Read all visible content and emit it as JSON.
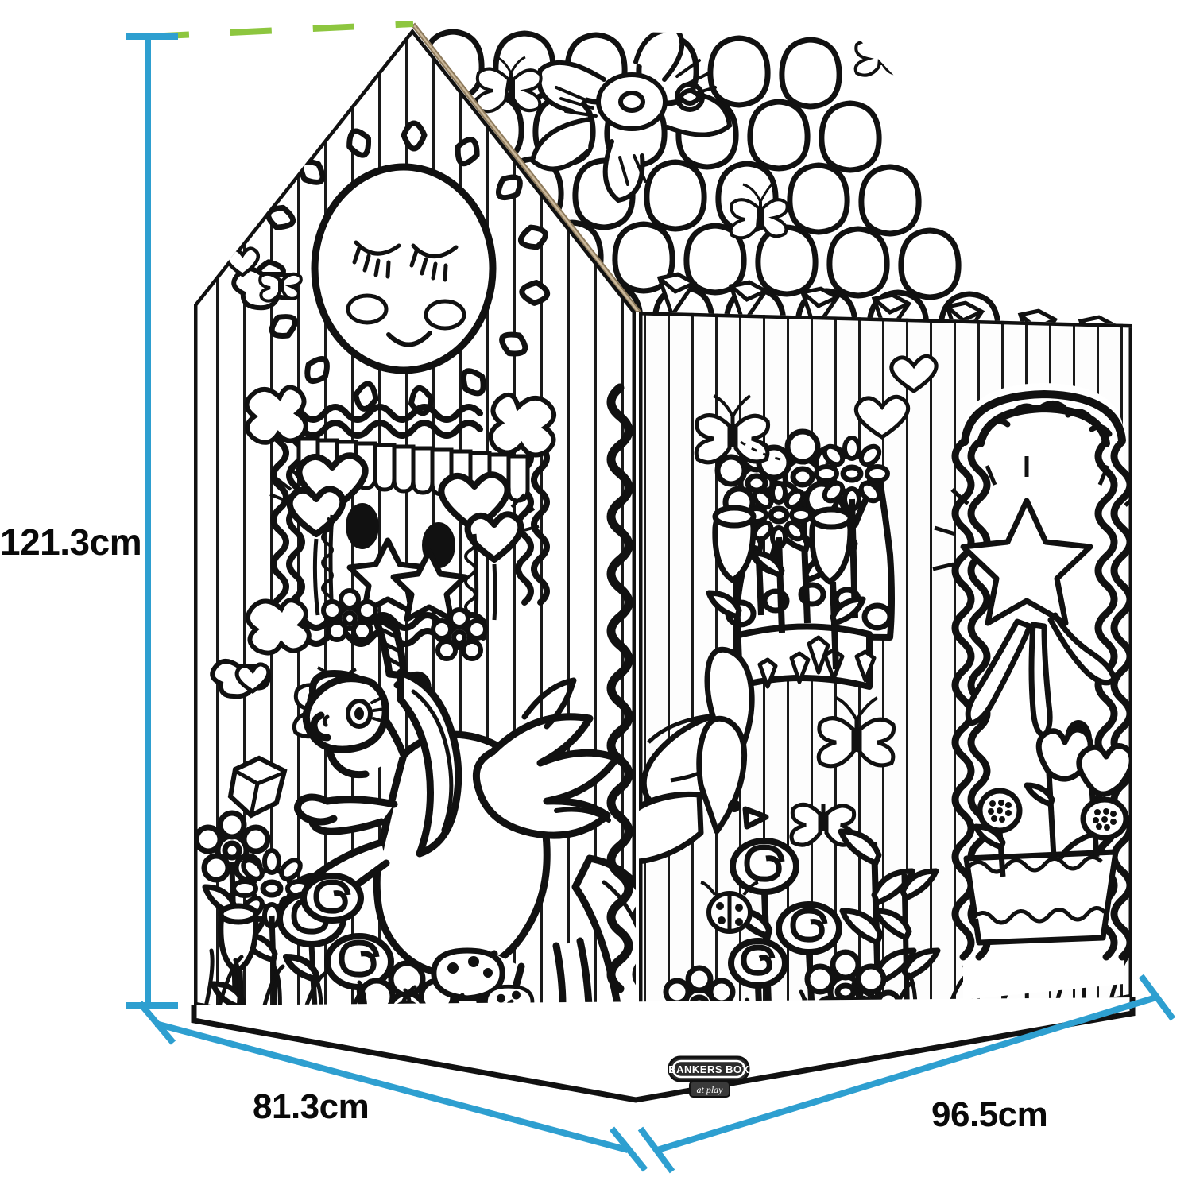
{
  "product": {
    "brand": "BANKERS BOX",
    "brand_sub": "at play",
    "theme": "unicorn-playhouse-colorable",
    "background_color": "#ffffff"
  },
  "dimensions": {
    "accent_blue": "#2e9fd0",
    "accent_green": "#8dc63f",
    "height": {
      "value": "121.3",
      "unit": "cm",
      "text": "121.3cm"
    },
    "width": {
      "value": "81.3",
      "unit": "cm",
      "text": "81.3cm"
    },
    "depth": {
      "value": "96.5",
      "unit": "cm",
      "text": "96.5cm"
    }
  },
  "artwork": {
    "line_color": "#111111",
    "fill_color": "#ffffff",
    "front_panel": {
      "motifs": [
        "smiling-sun",
        "rope-framed-window",
        "hearts",
        "stars",
        "flying-unicorn",
        "butterflies",
        "gemstone",
        "flowers",
        "mushrooms",
        "grass",
        "clouds"
      ]
    },
    "side_panel": {
      "motifs": [
        "crown-with-jewels",
        "flowers",
        "flying-birds",
        "butterflies",
        "swirl-roses",
        "wheat",
        "ladybug",
        "grass"
      ]
    },
    "door_panel": {
      "motifs": [
        "rope-framed-arch-door",
        "shooting-star-with-ribbons",
        "door-knob",
        "flower-planter-box",
        "grass"
      ]
    },
    "roof": {
      "motifs": [
        "scalloped-shingles",
        "flower-bouquet",
        "butterflies",
        "gem-border"
      ]
    }
  }
}
